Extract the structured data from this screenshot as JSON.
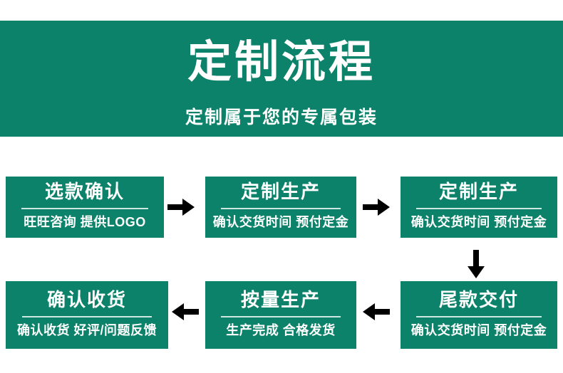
{
  "banner": {
    "title": "定制流程",
    "subtitle": "定制属于您的专属包装",
    "background_color": "#0b8269",
    "text_color": "#ffffff"
  },
  "flow": {
    "box_color": "#0b8269",
    "rule_color": "#cfe9e2",
    "arrow_color": "#000000",
    "steps": [
      {
        "id": "step-1",
        "title": "选款确认",
        "subtitle": "旺旺咨询 提供LOGO"
      },
      {
        "id": "step-2",
        "title": "定制生产",
        "subtitle": "确认交货时间 预付定金"
      },
      {
        "id": "step-3",
        "title": "定制生产",
        "subtitle": "确认交货时间 预付定金"
      },
      {
        "id": "step-4",
        "title": "确认收货",
        "subtitle": "确认收货 好评/问题反馈"
      },
      {
        "id": "step-5",
        "title": "按量生产",
        "subtitle": "生产完成 合格发货"
      },
      {
        "id": "step-6",
        "title": "尾款交付",
        "subtitle": "确认交货时间 预付定金"
      }
    ],
    "connectors": [
      {
        "id": "connector-1",
        "icon": "arrow-right-icon",
        "direction": "right"
      },
      {
        "id": "connector-2",
        "icon": "arrow-right-icon",
        "direction": "right"
      },
      {
        "id": "connector-3",
        "icon": "arrow-down-icon",
        "direction": "down"
      },
      {
        "id": "connector-4",
        "icon": "arrow-left-icon",
        "direction": "left"
      },
      {
        "id": "connector-5",
        "icon": "arrow-left-icon",
        "direction": "left"
      }
    ]
  }
}
